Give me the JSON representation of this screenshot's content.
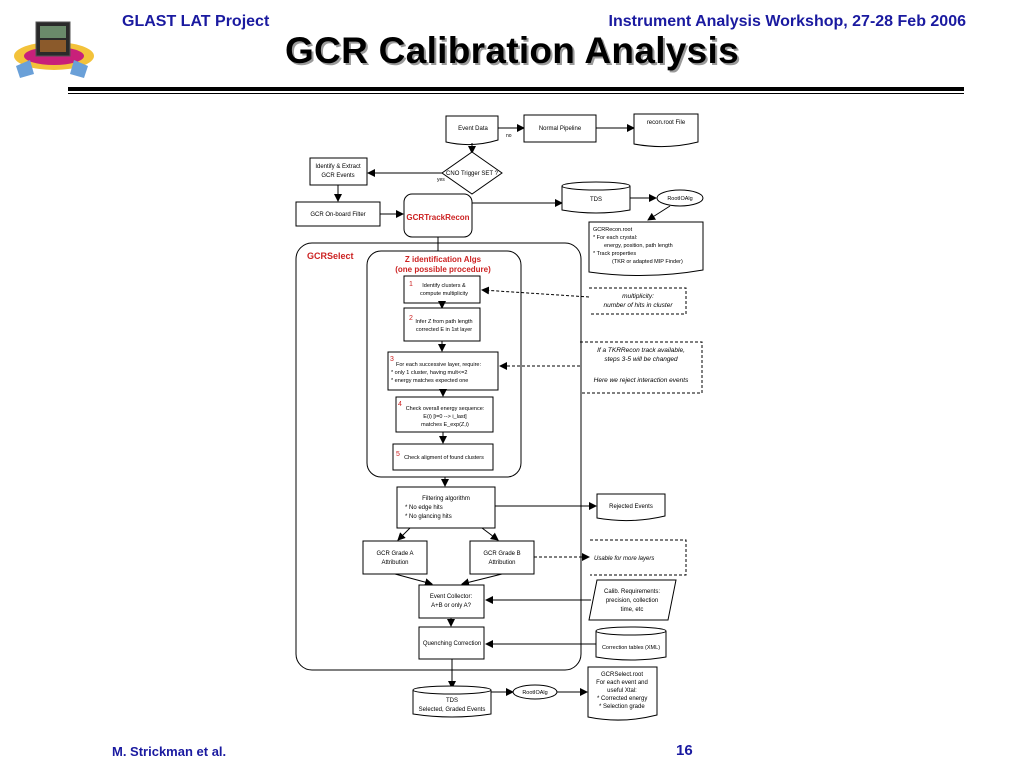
{
  "header": {
    "left": "GLAST LAT Project",
    "right": "Instrument Analysis Workshop, 27-28 Feb 2006",
    "title": "GCR Calibration Analysis"
  },
  "footer": {
    "author": "M. Strickman et al.",
    "page": "16"
  },
  "flow": {
    "event_data": "Event Data",
    "no_label": "no",
    "normal_pipeline": "Normal Pipeline",
    "recon_root_file": "recon.root File",
    "identify_extract": [
      "Identify & Extract",
      "GCR Events"
    ],
    "cno_trigger": "CNO Trigger SET ?",
    "yes_label": "yes",
    "onboard_filter": "GCR On-board Filter",
    "tds_top": "TDS",
    "rootioalg_top": "RootIOAlg",
    "gcrtrackrecon": "GCRTrackRecon",
    "gcrrecon_note": [
      "GCRRecon.root",
      "*   For each crystal:",
      "energy, position, path length",
      "*   Track properties",
      "(TKR or adapted MIP Finder)"
    ],
    "gcrselect": "GCRSelect",
    "z_alg_title": [
      "Z identification Algs",
      "(one possible procedure)"
    ],
    "step1": [
      "Identify clusters &",
      "compute multiplicity"
    ],
    "step2": [
      "Infer Z from path length",
      "corrected E in 1st layer"
    ],
    "step3": [
      "For each successive layer, require:",
      "* only 1 cluster, having mult<=2",
      "* energy matches expected one"
    ],
    "step4": [
      "Check overall  energy sequence:",
      "E(i) [i=0 --> i_last]",
      "matches E_exp(Z,i)"
    ],
    "step5": "Check aligment of found clusters",
    "step_numbers": [
      "1",
      "2",
      "3",
      "4",
      "5"
    ],
    "multiplicity_note": [
      "multiplicity:",
      "number of hits in cluster"
    ],
    "tkr_note": [
      "If a TKRRecon track available,",
      "steps 3-5 will be changed",
      "Here we reject interaction events"
    ],
    "filtering": [
      "Filtering algorithm",
      "*  No edge hits",
      "*  No glancing hits"
    ],
    "rejected": "Rejected Events",
    "grade_a": [
      "GCR Grade A",
      "Attribution"
    ],
    "grade_b": [
      "GCR Grade B",
      "Attribution"
    ],
    "usable_note": "Usable for more layers",
    "collector": [
      "Event Collector:",
      "A+B or  only  A?"
    ],
    "calib_req": [
      "Calib. Requirements:",
      "precision, collection",
      "time, etc"
    ],
    "quenching": "Quenching Correction",
    "correction_tables": "Correction tables (XML)",
    "tds_bottom": [
      "TDS",
      "Selected,  Graded Events"
    ],
    "rootioalg_bottom": "RootIOAlg",
    "gcrselect_note": [
      "GCRSelect.root",
      "For each event and",
      "useful Xtal:",
      "*  Corrected energy",
      "*  Selection grade"
    ]
  },
  "colors": {
    "header_text": "#1a1aa0",
    "accent_red": "#cc2222",
    "line": "#000000"
  }
}
